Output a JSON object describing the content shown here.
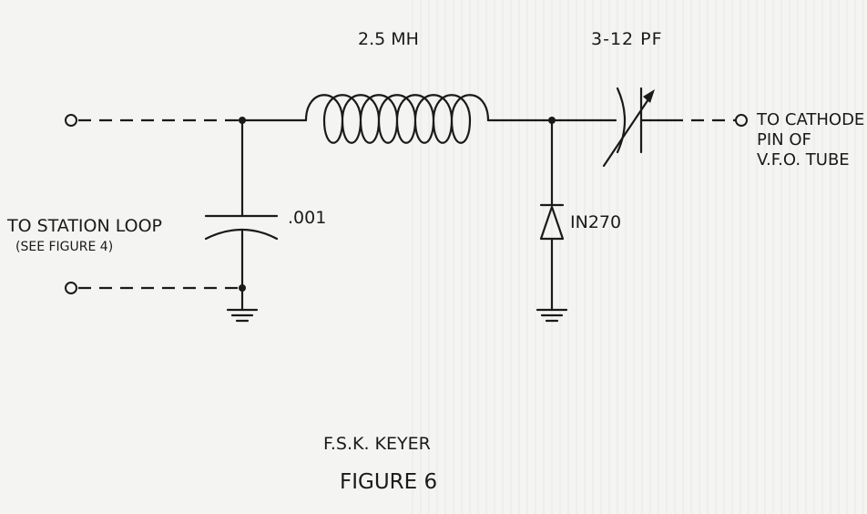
{
  "labels": {
    "inductor": "2.5 MH",
    "capacitor_var": "3-12 PF",
    "capacitor": ".001",
    "diode": "IN270",
    "left_input": "TO STATION LOOP",
    "left_note": "(SEE FIGURE 4)",
    "right_output_1": "TO CATHODE",
    "right_output_2": "PIN OF",
    "right_output_3": "V.F.O. TUBE",
    "caption": "F.S.K. KEYER",
    "figure": "FIGURE 6"
  }
}
